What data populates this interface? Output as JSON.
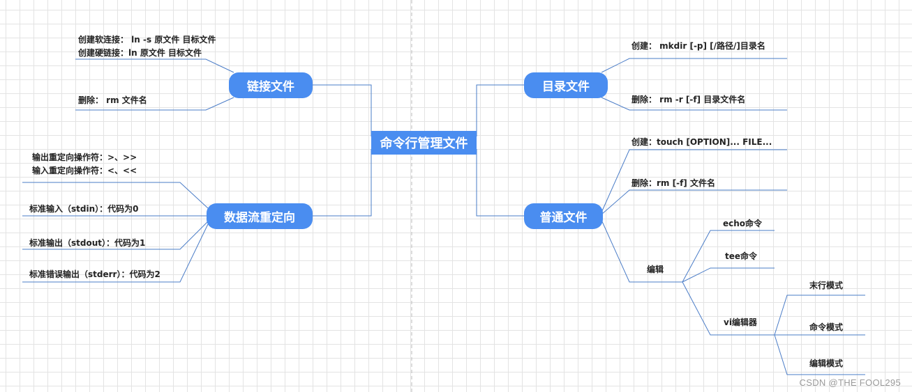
{
  "root": "命令行管理文件",
  "link_files": {
    "title": "链接文件",
    "soft": "创建软连接： ln -s 原文件 目标文件",
    "hard": "创建硬链接：ln 原文件 目标文件",
    "delete": "删除： rm  文件名"
  },
  "redirect": {
    "title": "数据流重定向",
    "out_ops": "输出重定向操作符：>、>>",
    "in_ops": "输入重定向操作符：<、<<",
    "stdin": "标准输入（stdin）：代码为0",
    "stdout": "标准输出（stdout）：代码为1",
    "stderr": "标准错误输出（stderr）：代码为2"
  },
  "dir_files": {
    "title": "目录文件",
    "create": "创建： mkdir [-p] [/路径/]目录名",
    "delete": "删除： rm -r [-f] 目录文件名"
  },
  "regular_files": {
    "title": "普通文件",
    "create": "创建：touch [OPTION]... FILE...",
    "delete": "删除：rm [-f] 文件名",
    "edit": {
      "label": "编辑",
      "echo": "echo命令",
      "tee": "tee命令",
      "vi": {
        "label": "vi编辑器",
        "last_line": "末行模式",
        "command": "命令模式",
        "edit": "编辑模式"
      }
    }
  },
  "watermark": "CSDN @THE FOOL295",
  "colors": {
    "node": "#4a8df0",
    "line": "#4a7cc7",
    "grid": "#e3e3e3"
  }
}
